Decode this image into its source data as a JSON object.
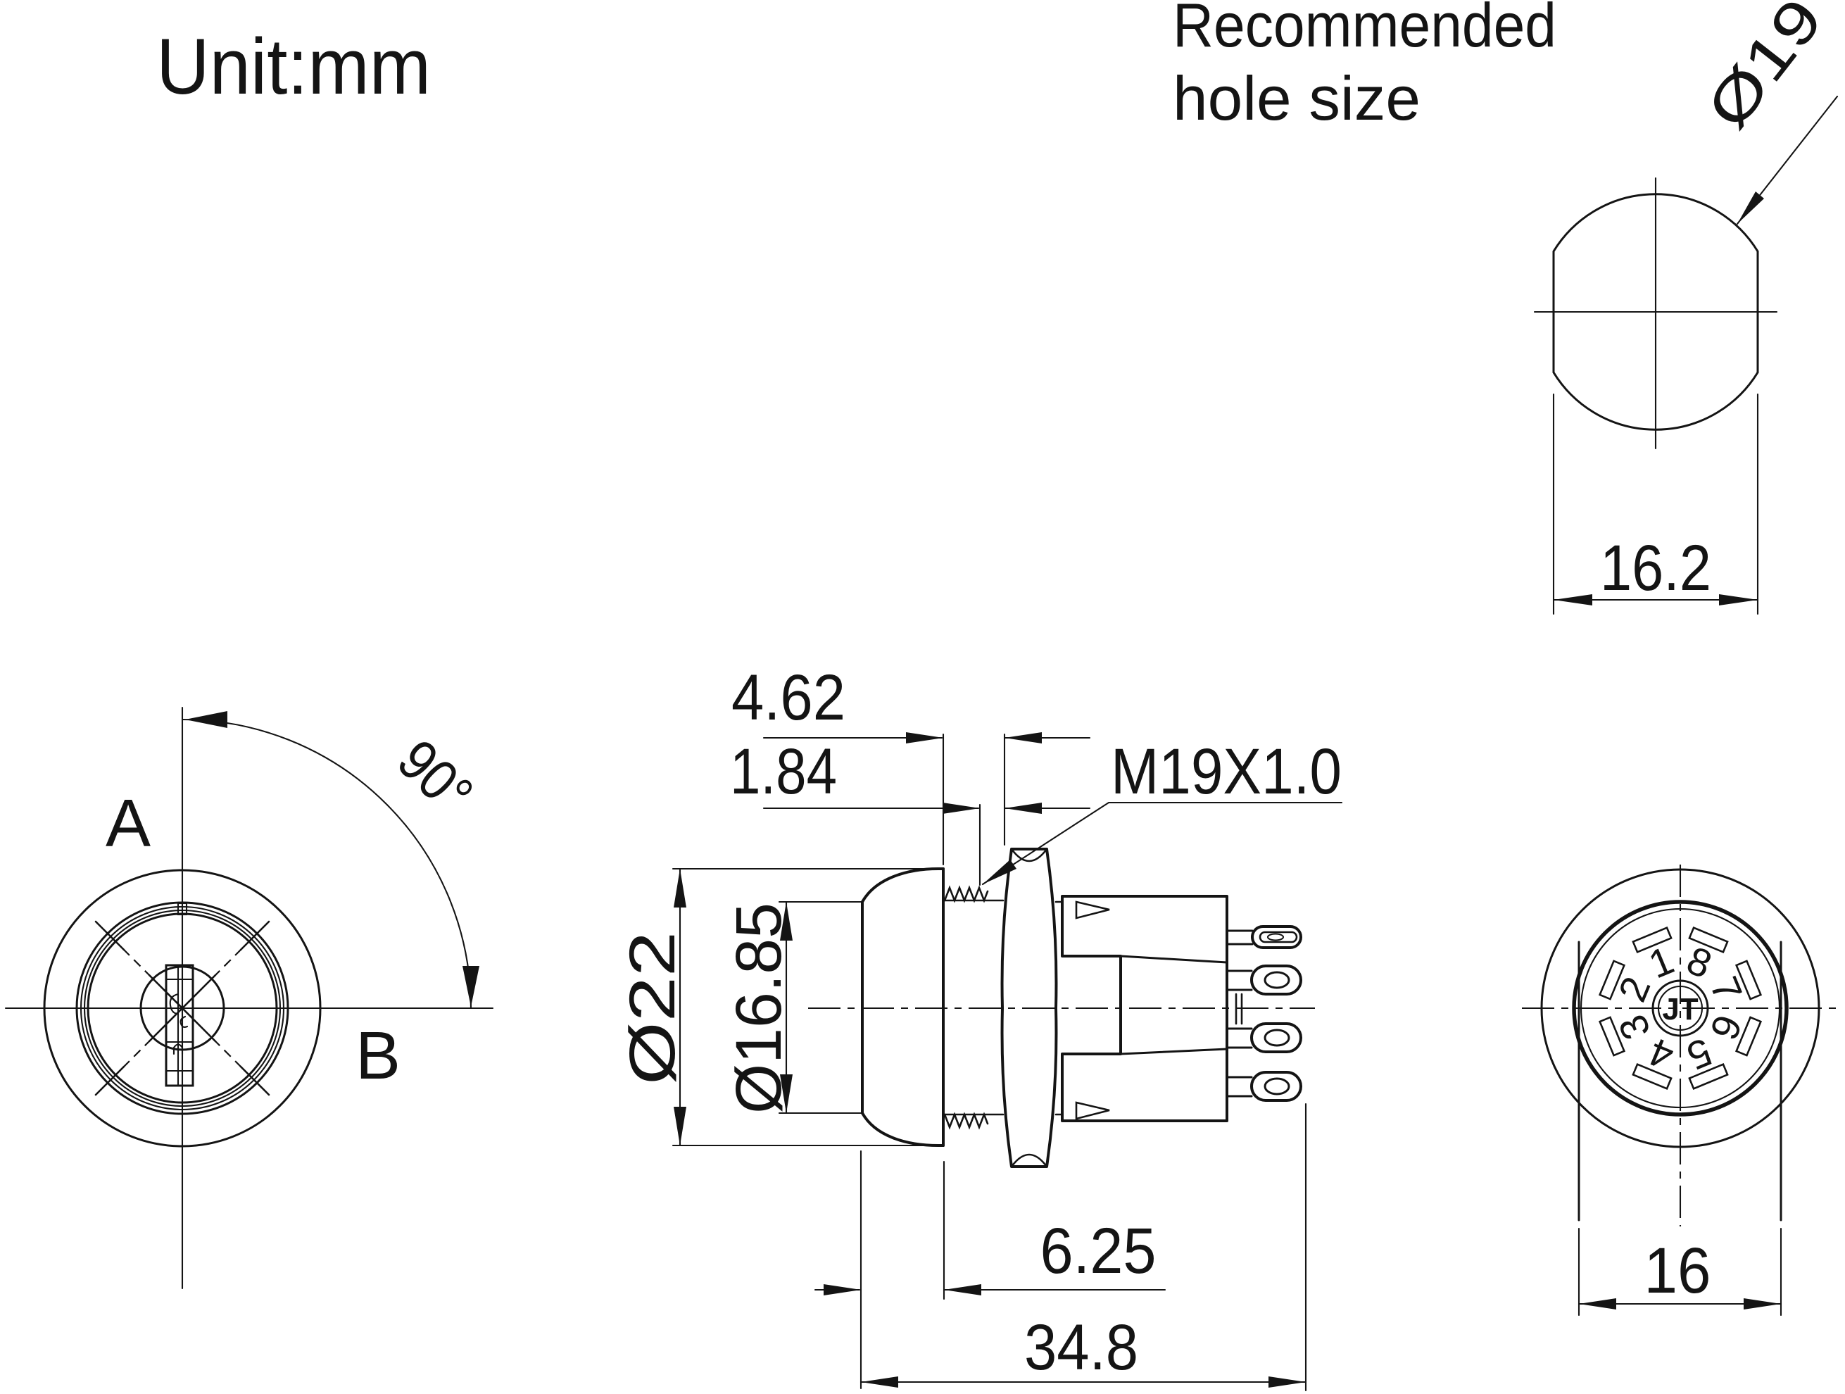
{
  "title": {
    "unit_label": "Unit:mm"
  },
  "colors": {
    "ink": "#141414",
    "paper": "#ffffff"
  },
  "hole_view": {
    "heading_line1": "Recommended",
    "heading_line2": "hole size",
    "diameter_label": "Ø19",
    "width_dim": "16.2"
  },
  "front_view": {
    "label_a": "A",
    "label_b": "B",
    "angle_label": "90°"
  },
  "side_view": {
    "dim_top1": "4.62",
    "dim_top2": "1.84",
    "thread_label": "M19X1.0",
    "dia_outer": "Ø22",
    "dia_inner": "Ø16.85",
    "dim_bottom1": "6.25",
    "dim_bottom2": "34.8"
  },
  "back_view": {
    "logo": "JT",
    "width_dim": "16",
    "terminals": [
      "1",
      "2",
      "3",
      "4",
      "5",
      "6",
      "7",
      "8"
    ]
  }
}
